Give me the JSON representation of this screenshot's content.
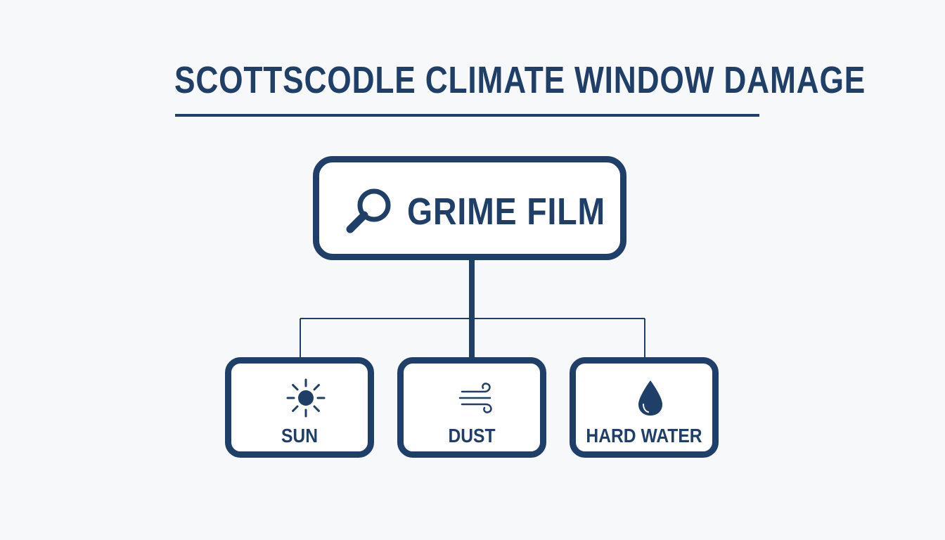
{
  "title": "SCOTTSCODLE CLIMATE WINDOW DAMAGE",
  "main_node": {
    "label": "GRIME FILM",
    "icon": "magnifying-glass-icon"
  },
  "causes": [
    {
      "label": "SUN",
      "icon": "sun-icon"
    },
    {
      "label": "DUST",
      "icon": "wind-icon"
    },
    {
      "label": "HARD WATER",
      "icon": "water-drop-icon"
    }
  ],
  "colors": {
    "primary": "#1f3f68",
    "background": "#f7f8f9",
    "box_fill": "#ffffff"
  }
}
